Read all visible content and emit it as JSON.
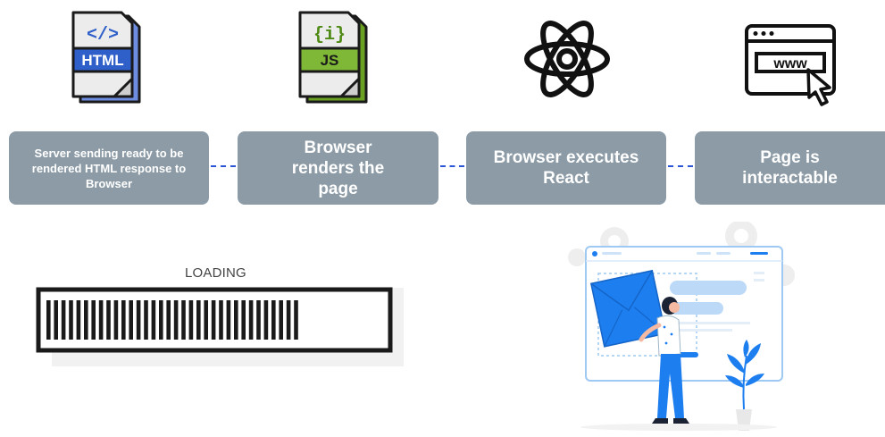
{
  "steps": [
    {
      "icon": "html-file-icon",
      "icon_text": "HTML",
      "icon_code": "</>",
      "label": "Server sending ready to be rendered HTML response to Browser"
    },
    {
      "icon": "js-file-icon",
      "icon_text": "JS",
      "icon_code": "{i}",
      "label": "Browser renders the page"
    },
    {
      "icon": "react-atom-icon",
      "label": "Browser executes React"
    },
    {
      "icon": "browser-window-icon",
      "icon_text": "www",
      "label": "Page is interactable"
    }
  ],
  "loading": {
    "label": "LOADING",
    "progress": 0.76
  },
  "colors": {
    "box": "#8c9ba6",
    "connector": "#2b56d6",
    "html_icon": "#6d8ee0",
    "js_icon": "#6aa121",
    "accent": "#1d7ef0"
  }
}
